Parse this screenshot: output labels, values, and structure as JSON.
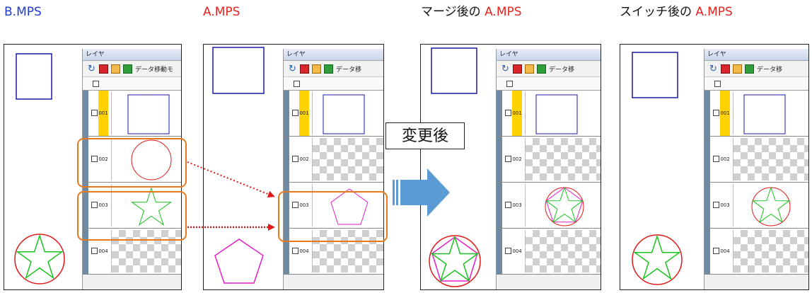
{
  "headings": {
    "b": {
      "name": "B.MPS"
    },
    "a": {
      "name": "A.MPS"
    },
    "merge": {
      "prefix": "マージ後の",
      "name": "A.MPS"
    },
    "switch": {
      "prefix": "スイッチ後の",
      "name": "A.MPS"
    }
  },
  "layer_window": {
    "title": "レイヤ",
    "toolbar_label_full": "データ移動モ",
    "toolbar_label_short": "データ移"
  },
  "layers": [
    "001",
    "002",
    "003",
    "004"
  ],
  "callout": "変更後",
  "colors": {
    "blue_title": "#1f3ad1",
    "red_title": "#e6231e",
    "highlight": "#e8781e",
    "arrow": "#5b9bd5",
    "square": "#1a1aa8",
    "circle": "#e01a1a",
    "star": "#19c21e",
    "pentagon": "#e61ec8",
    "active_layer": "#ffd200"
  }
}
